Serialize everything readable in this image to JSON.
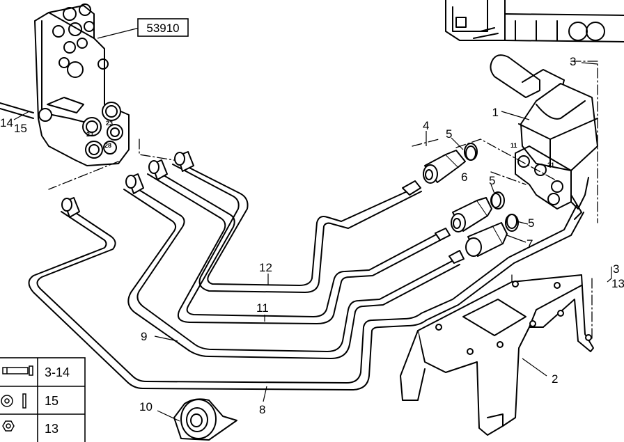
{
  "part_number": "53910",
  "callouts": {
    "c1": "1",
    "c2": "2",
    "c3": "3",
    "c4": "4",
    "c5a": "5",
    "c5b": "5",
    "c5c": "5",
    "c6": "6",
    "c7": "7",
    "c8": "8",
    "c9": "9",
    "c10": "10",
    "c11": "11",
    "c12": "12",
    "c14": "14",
    "c15": "15",
    "c3r": "3",
    "c13r": "13"
  },
  "port_marks": {
    "p23a": "23",
    "p23b": "23",
    "p28": "28",
    "p11": "11",
    "p21": "21"
  },
  "legend": [
    {
      "icon": "bolt-icon",
      "label": "3-14"
    },
    {
      "icon": "washer-icon",
      "label": "15"
    },
    {
      "icon": "nut-icon",
      "label": "13"
    }
  ]
}
